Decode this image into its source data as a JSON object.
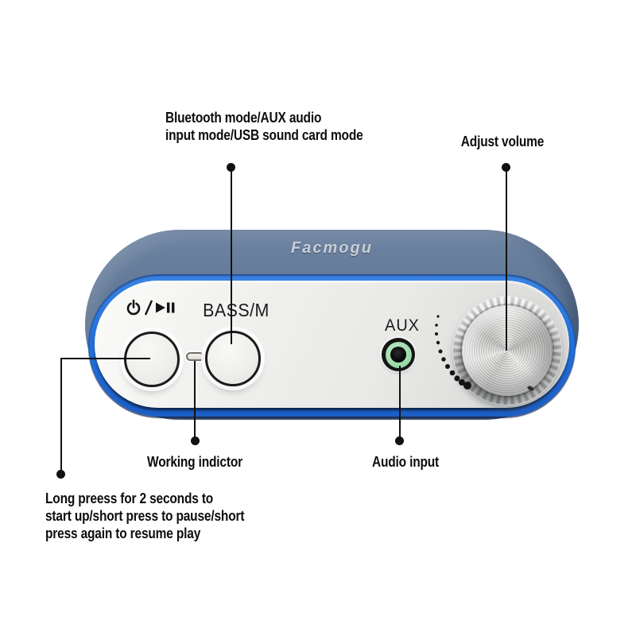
{
  "colors": {
    "accent_blue": "#2471d8",
    "slate_top": "#5f7694",
    "panel_silver": "#e9eae8",
    "aux_green": "#98d8a6",
    "navy_edge": "#16294e",
    "callout_black": "#111111"
  },
  "device": {
    "brand": "Facmogu",
    "mode_button_label": "BASS/M",
    "aux_label": "AUX"
  },
  "annotations": {
    "mode": "Bluetooth mode/AUX audio\ninput mode/USB sound card mode",
    "volume": "Adjust volume",
    "working_indicator": "Working indictor",
    "audio_input": "Audio input",
    "power": "Long preess for 2 seconds to\nstart up/short press to pause/short\npress again to resume play"
  }
}
